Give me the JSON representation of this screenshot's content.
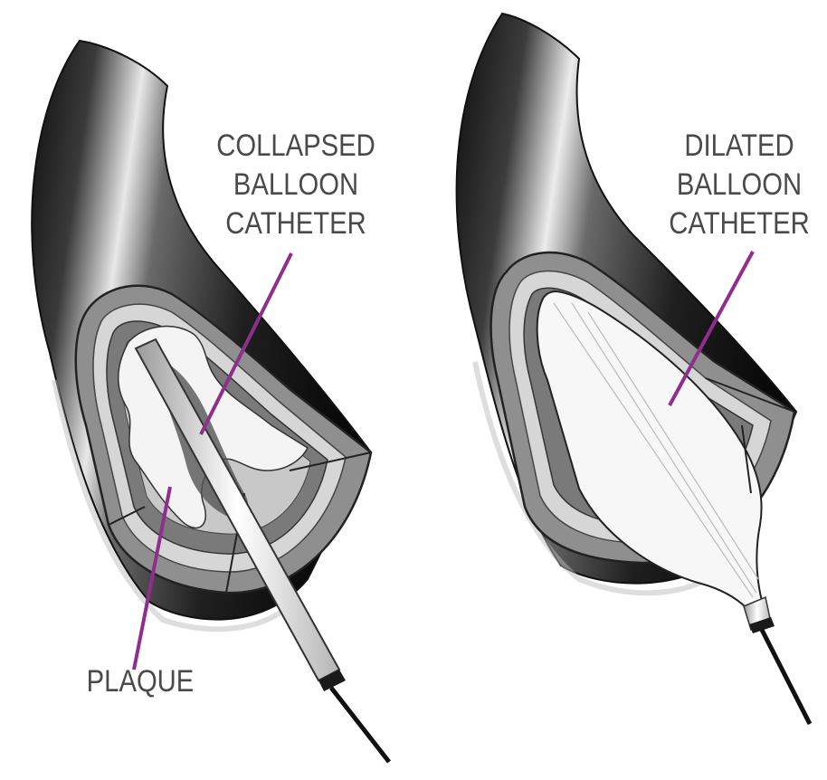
{
  "labels": {
    "collapsed": [
      "COLLAPSED",
      "BALLOON",
      "CATHETER"
    ],
    "dilated": [
      "DILATED",
      "BALLOON",
      "CATHETER"
    ],
    "plaque": "PLAQUE"
  },
  "colors": {
    "leader_line": "#8e2f8e",
    "vessel_dark": "#222222",
    "wall_gray": "#8f8f8f",
    "label_text": "#4a4a4a"
  }
}
